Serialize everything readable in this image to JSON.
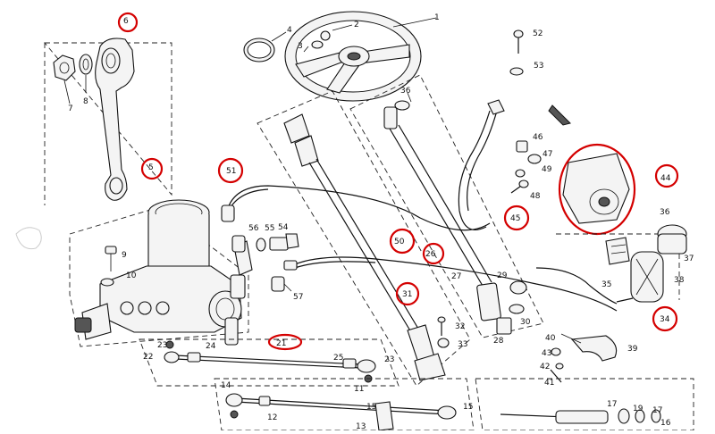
{
  "diagram": {
    "labels": {
      "l1": "1",
      "l2": "2",
      "l3": "3",
      "l4": "4",
      "l5": "5",
      "l6": "6",
      "l7": "7",
      "l8": "8",
      "l9": "9",
      "l10": "10",
      "l11": "11",
      "l12": "12",
      "l13": "13",
      "l14": "14",
      "l15": "15",
      "l16": "16",
      "l17": "17",
      "l19": "19",
      "l21": "21",
      "l22": "22",
      "l23": "23",
      "l24": "24",
      "l25": "25",
      "l26": "26",
      "l27": "27",
      "l28": "28",
      "l29": "29",
      "l30": "30",
      "l31": "31",
      "l32": "32",
      "l33": "33",
      "l34": "34",
      "l35": "35",
      "l36": "36",
      "l36b": "36",
      "l37": "37",
      "l38": "38",
      "l39": "39",
      "l40": "40",
      "l41": "41",
      "l42": "42",
      "l43": "43",
      "l44": "44",
      "l45": "45",
      "l46": "46",
      "l47": "47",
      "l48": "48",
      "l49": "49",
      "l50": "50",
      "l51": "51",
      "l52": "52",
      "l53": "53",
      "l54": "54",
      "l55": "55",
      "l56": "56",
      "l57": "57"
    },
    "highlight_color": "#d40000"
  }
}
